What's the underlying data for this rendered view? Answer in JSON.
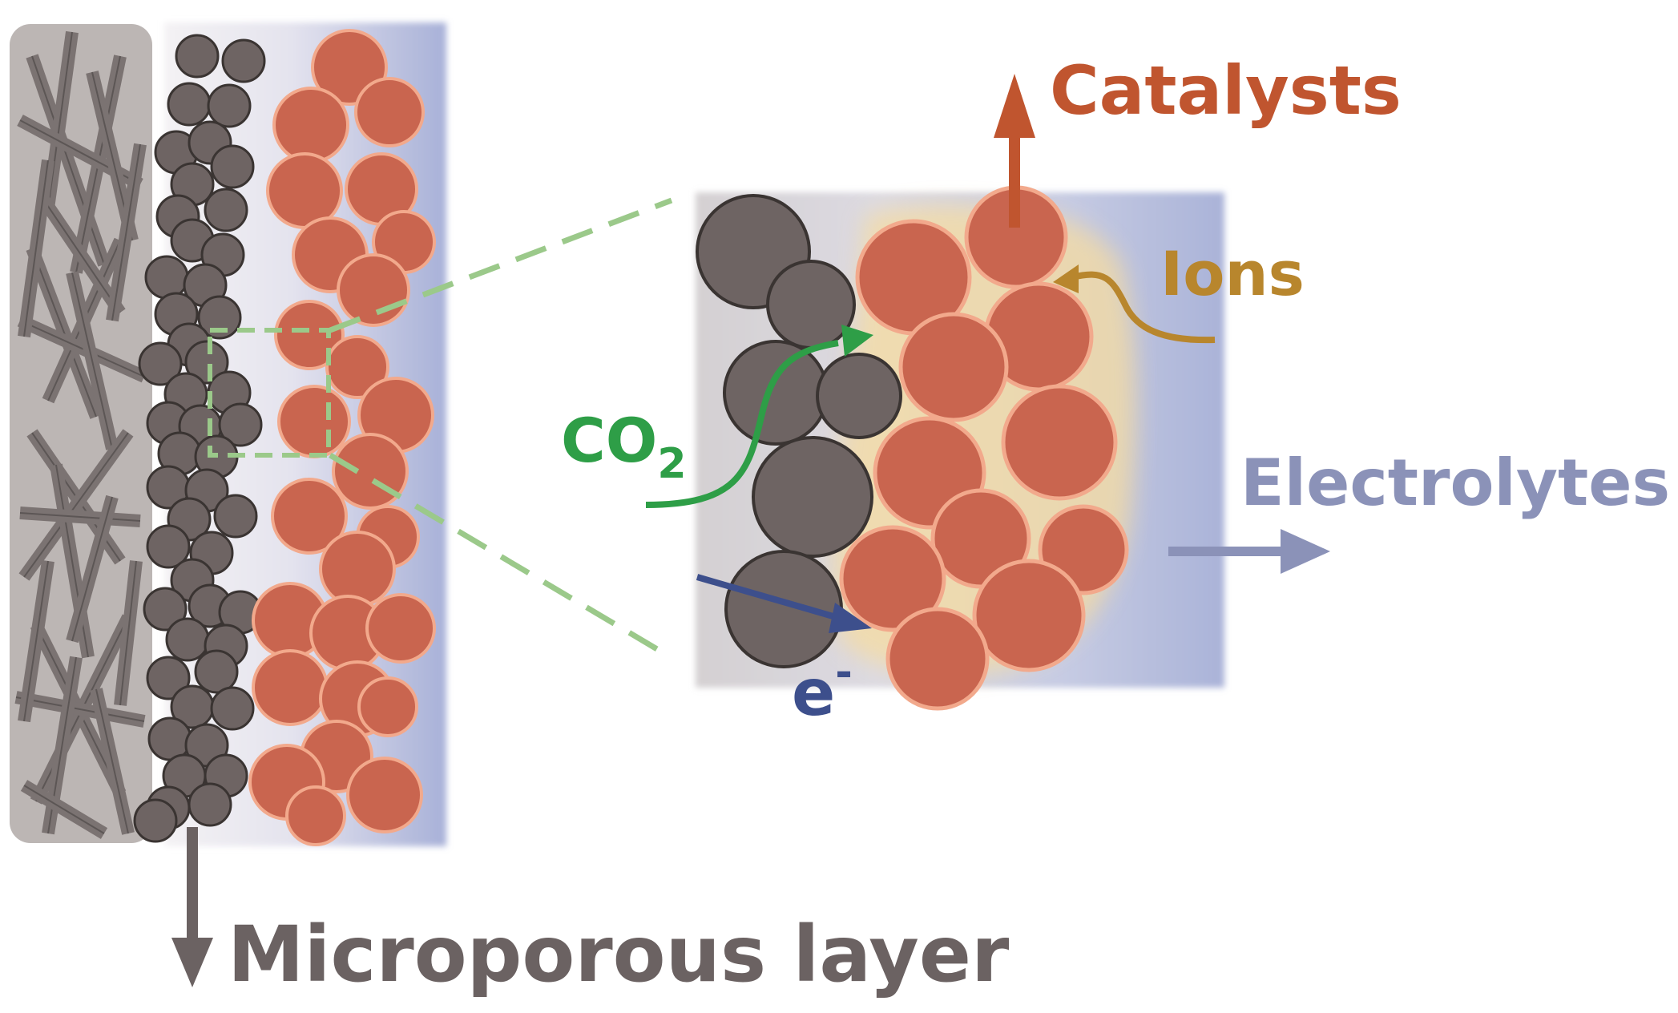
{
  "labels": {
    "catalysts": "Catalysts",
    "ions": "Ions",
    "co2_main": "CO",
    "co2_sub": "2",
    "electrolytes": "Electrolytes",
    "electron_main": "e",
    "electron_sup": "-",
    "microporous": "Microporous layer"
  },
  "colors": {
    "catalyst": "#c9654f",
    "catalyst_stroke": "#f2a98c",
    "carbon": "#6e6463",
    "carbon_stroke": "#3a3432",
    "fiber": "#7b7372",
    "gdl_bg": "#bcb6b4",
    "electrolyte_bg": "#aab3d6",
    "zoom_green": "#9bc98a",
    "catalysts_label": "#c0552f",
    "ions_label": "#b8862d",
    "co2_label": "#2e9e47",
    "electrolytes_label": "#8b92b8",
    "electron_label": "#3d4f8c",
    "microporous_label": "#6b6262"
  }
}
